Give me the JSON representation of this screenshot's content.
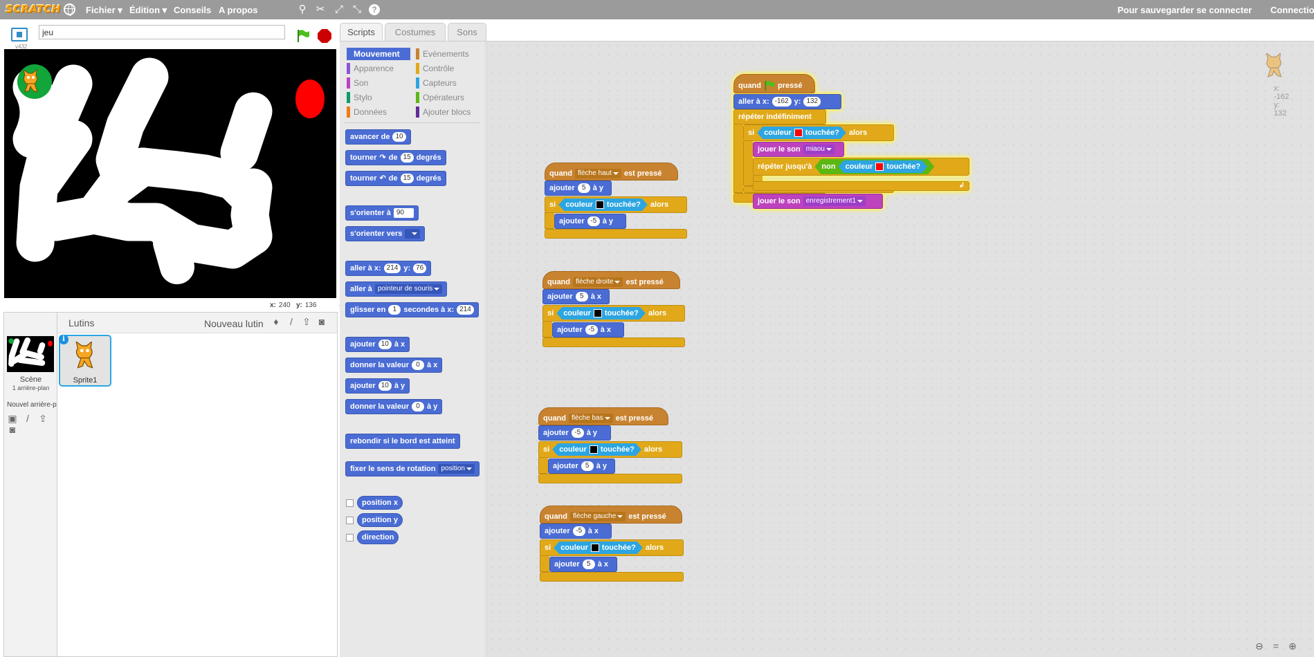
{
  "menubar": {
    "logo": "SCRATCH",
    "file": "Fichier",
    "edit": "Édition",
    "tips": "Conseils",
    "about": "A propos",
    "signin": "Pour sauvegarder se connecter",
    "connect": "Connection"
  },
  "stage": {
    "version": "v432",
    "project_title": "jeu",
    "mouse_x_label": "x:",
    "mouse_x": "240",
    "mouse_y_label": "y:",
    "mouse_y": "136"
  },
  "sprites": {
    "title": "Lutins",
    "new_sprite": "Nouveau lutin",
    "scene_label": "Scène",
    "scene_backdrops": "1 arrière-plan",
    "new_backdrop": "Nouvel arrière-p",
    "items": [
      {
        "name": "Sprite1"
      }
    ]
  },
  "tabs": [
    {
      "label": "Scripts"
    },
    {
      "label": "Costumes"
    },
    {
      "label": "Sons"
    }
  ],
  "categories": {
    "left": [
      {
        "label": "Mouvement",
        "color": "#4a6cd4"
      },
      {
        "label": "Apparence",
        "color": "#8a55d7"
      },
      {
        "label": "Son",
        "color": "#bb42c3"
      },
      {
        "label": "Stylo",
        "color": "#0e9a6c"
      },
      {
        "label": "Données",
        "color": "#ee7d16"
      }
    ],
    "right": [
      {
        "label": "Evènements",
        "color": "#c88330"
      },
      {
        "label": "Contrôle",
        "color": "#e1a91a"
      },
      {
        "label": "Capteurs",
        "color": "#2ca5e2"
      },
      {
        "label": "Opérateurs",
        "color": "#5cb712"
      },
      {
        "label": "Ajouter blocs",
        "color": "#632d99"
      }
    ]
  },
  "palette": {
    "move_a": "avancer de",
    "move_v": "10",
    "turn_r_a": "tourner",
    "turn_r_b": "de",
    "turn_r_v": "15",
    "turn_r_c": "degrés",
    "turn_l_a": "tourner",
    "turn_l_b": "de",
    "turn_l_v": "15",
    "turn_l_c": "degrés",
    "point_dir_a": "s'orienter à",
    "point_dir_v": "90",
    "point_to_a": "s'orienter vers",
    "goto_xy_a": "aller à x:",
    "goto_xy_x": "214",
    "goto_xy_b": "y:",
    "goto_xy_y": "76",
    "goto_a": "aller à",
    "goto_v": "pointeur de souris",
    "glide_a": "glisser en",
    "glide_v": "1",
    "glide_b": "secondes à x:",
    "glide_x": "214",
    "change_x_a": "ajouter",
    "change_x_v": "10",
    "change_x_b": "à x",
    "set_x_a": "donner la valeur",
    "set_x_v": "0",
    "set_x_b": "à x",
    "change_y_a": "ajouter",
    "change_y_v": "10",
    "change_y_b": "à y",
    "set_y_a": "donner la valeur",
    "set_y_v": "0",
    "set_y_b": "à y",
    "bounce": "rebondir si le bord est atteint",
    "rotation_a": "fixer le sens de rotation",
    "rotation_v": "position",
    "rep_x": "position x",
    "rep_y": "position y",
    "rep_dir": "direction"
  },
  "scripts": {
    "corner": {
      "x_label": "x:",
      "x": "-162",
      "y_label": "y:",
      "y": "132"
    },
    "flag_script": {
      "hat_a": "quand",
      "hat_b": "pressé",
      "goto_a": "aller à x:",
      "goto_x": "-162",
      "goto_b": "y:",
      "goto_y": "132",
      "forever": "répéter indéfiniment",
      "if_a": "si",
      "if_touch_a": "couleur",
      "if_touch_b": "touchée?",
      "if_b": "alors",
      "play_a": "jouer le son",
      "play_v": "miaou",
      "until_a": "répéter jusqu'à",
      "not": "non",
      "until_touch_a": "couleur",
      "until_touch_b": "touchée?",
      "play2_a": "jouer le son",
      "play2_v": "enregistrement1"
    },
    "up_script": {
      "hat_a": "quand",
      "hat_key": "flèche haut",
      "hat_b": "est pressé",
      "ch_a": "ajouter",
      "ch_v": "5",
      "ch_b": "à y",
      "if_a": "si",
      "touch_a": "couleur",
      "touch_b": "touchée?",
      "if_b": "alors",
      "in_a": "ajouter",
      "in_v": "-5",
      "in_b": "à y"
    },
    "right_script": {
      "hat_a": "quand",
      "hat_key": "flèche droite",
      "hat_b": "est pressé",
      "ch_a": "ajouter",
      "ch_v": "5",
      "ch_b": "à x",
      "if_a": "si",
      "touch_a": "couleur",
      "touch_b": "touchée?",
      "if_b": "alors",
      "in_a": "ajouter",
      "in_v": "-5",
      "in_b": "à x"
    },
    "down_script": {
      "hat_a": "quand",
      "hat_key": "flèche bas",
      "hat_b": "est pressé",
      "ch_a": "ajouter",
      "ch_v": "-5",
      "ch_b": "à y",
      "if_a": "si",
      "touch_a": "couleur",
      "touch_b": "touchée?",
      "if_b": "alors",
      "in_a": "ajouter",
      "in_v": "5",
      "in_b": "à y"
    },
    "left_script": {
      "hat_a": "quand",
      "hat_key": "flèche gauche",
      "hat_b": "est pressé",
      "ch_a": "ajouter",
      "ch_v": "-5",
      "ch_b": "à x",
      "if_a": "si",
      "touch_a": "couleur",
      "touch_b": "touchée?",
      "if_b": "alors",
      "in_a": "ajouter",
      "in_v": "5",
      "in_b": "à x"
    }
  }
}
